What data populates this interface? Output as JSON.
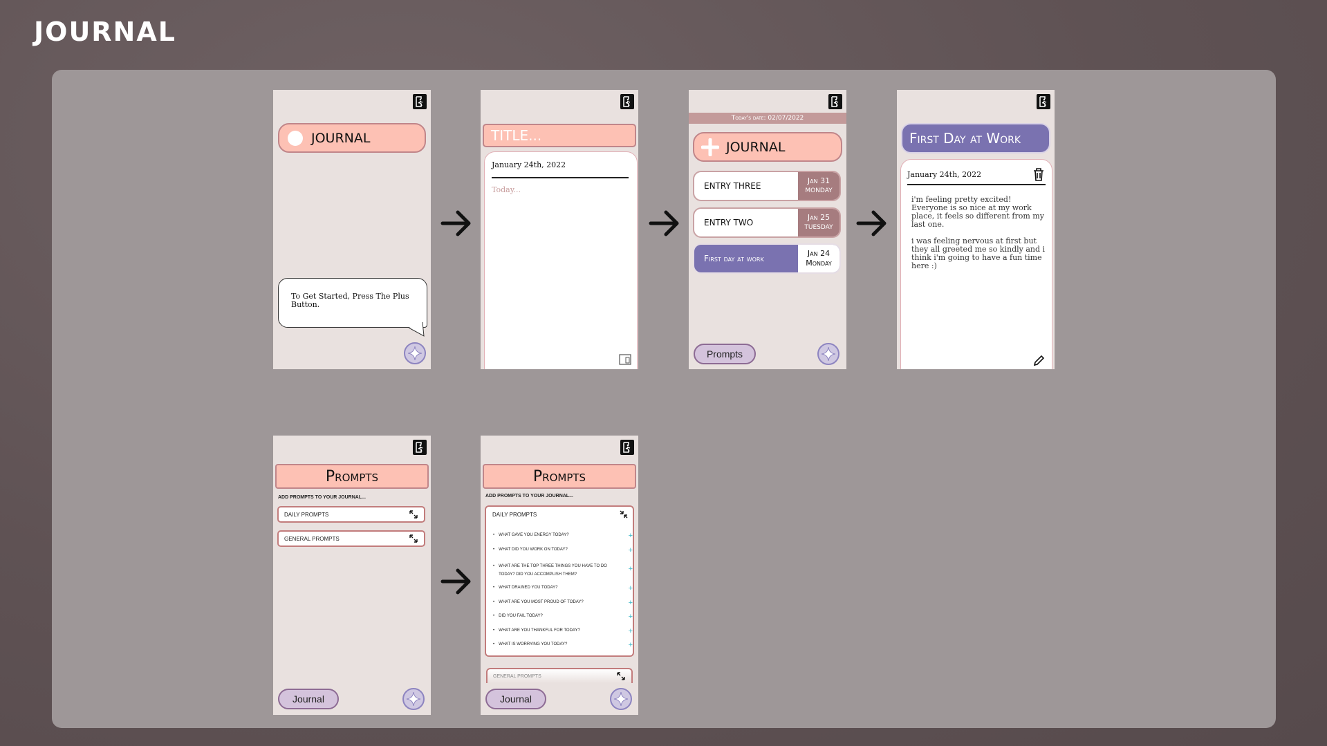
{
  "page_title": "JOURNAL",
  "colors": {
    "background": "#5f5254",
    "board": "#9e9798",
    "phone_bg": "#e9e1df",
    "salmon": "#fdc1b4",
    "lavender": "#7a72b0",
    "accent_plus": "#39b8c8"
  },
  "screen1": {
    "header": "JOURNAL",
    "hint": "To Get Started, Press The Plus Button."
  },
  "screen2": {
    "title_placeholder": "TITLE...",
    "date": "January 24th, 2022",
    "body_placeholder": "Today..."
  },
  "screen3": {
    "todays_date": "Today's date: 02/07/2022",
    "header": "JOURNAL",
    "entries": [
      {
        "name": "ENTRY THREE",
        "month_day": "Jan 31",
        "weekday": "MONDAY"
      },
      {
        "name": "ENTRY TWO",
        "month_day": "Jan 25",
        "weekday": "TUESDAY"
      },
      {
        "name": "First day at work",
        "month_day": "Jan 24",
        "weekday": "Monday"
      }
    ],
    "prompts_button": "Prompts"
  },
  "screen4": {
    "title": "First Day at Work",
    "date": "January 24th, 2022",
    "paragraph1": "i'm feeling pretty excited! Everyone is so nice at my work place, it feels so different from my last one.",
    "paragraph2": "i was feeling nervous at first but they all greeted me so kindly and i think i'm going to have a fun time here :)"
  },
  "screen5": {
    "header": "Prompts",
    "subheading": "ADD PROMPTS TO YOUR JOURNAL...",
    "daily": "DAILY PROMPTS",
    "general": "GENERAL PROMPTS",
    "journal_button": "Journal"
  },
  "screen6": {
    "header": "Prompts",
    "subheading": "ADD PROMPTS TO YOUR JOURNAL...",
    "daily": "DAILY PROMPTS",
    "questions": [
      "WHAT GAVE YOU ENERGY TODAY?",
      "WHAT DID YOU WORK ON TODAY?",
      "WHAT ARE THE TOP THREE THINGS YOU HAVE TO DO TODAY? DID YOU ACCOMPLISH THEM?",
      "WHAT DRAINED YOU TODAY?",
      "WHAT ARE YOU MOST PROUD OF TODAY?",
      "DID YOU FAIL TODAY?",
      "WHAT ARE YOU THANKFUL FOR TODAY?",
      "WHAT IS WORRYING YOU TODAY?"
    ],
    "general": "GENERAL PROMPTS",
    "journal_button": "Journal"
  }
}
